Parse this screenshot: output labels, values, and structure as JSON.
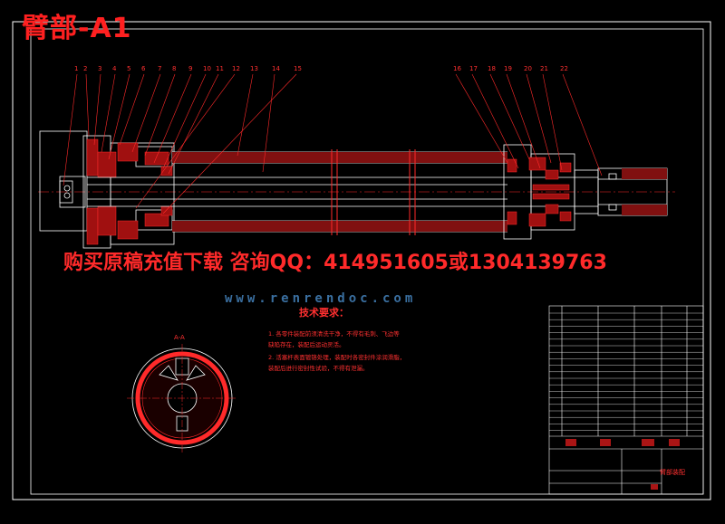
{
  "title": "臂部-A1",
  "watermark_text": "购买原稿充值下载  咨询QQ：414951605或1304139763",
  "site_text": "www.renrendoc.com",
  "part_numbers": [
    "1",
    "2",
    "3",
    "4",
    "5",
    "6",
    "7",
    "8",
    "9",
    "10",
    "11",
    "12",
    "13",
    "14",
    "15",
    "16",
    "17",
    "18",
    "19",
    "20",
    "21",
    "22"
  ],
  "technical_requirements": {
    "heading": "技术要求：",
    "line1": "1. 各零件装配前须清洗干净，不得有毛刺、飞边等",
    "line2": "   缺陷存在，装配后运动灵活。",
    "line3": "2. 活塞杆表面镀铬处理，装配时各密封件涂润滑脂，",
    "line4": "   装配后进行密封性试验，不得有泄漏。"
  },
  "section_view_label": "A-A",
  "title_block": {
    "drawing_name": "臂部装配"
  },
  "colors": {
    "background": "#000000",
    "line_white": "#ffffff",
    "line_red": "#ff2a2a",
    "accent_blue": "#3a6fa0"
  }
}
